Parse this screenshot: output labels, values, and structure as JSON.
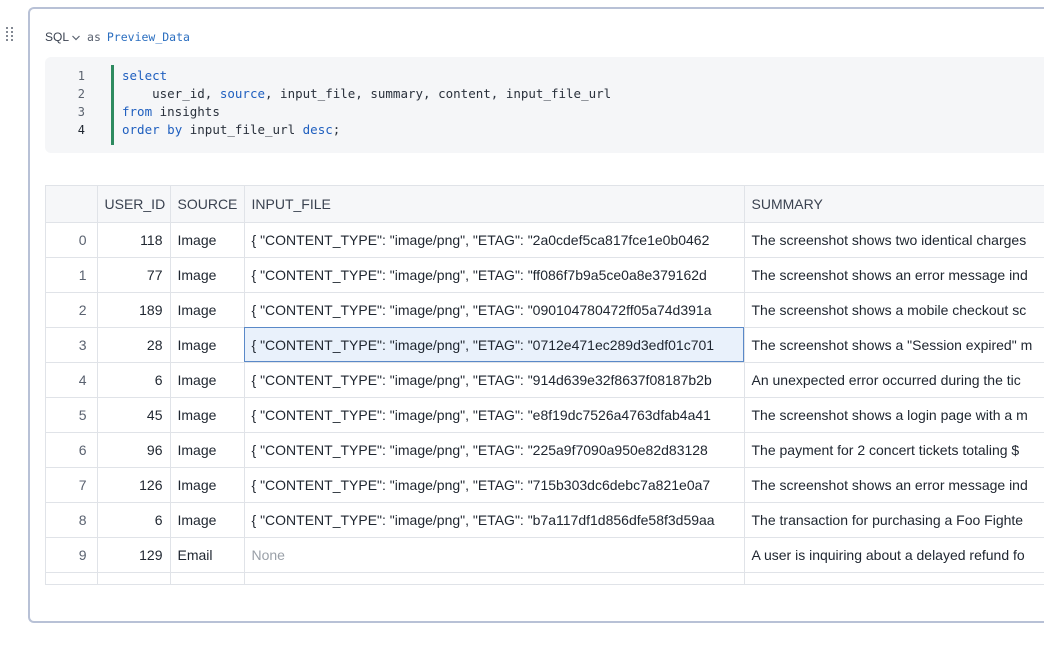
{
  "header": {
    "language": "SQL",
    "as_keyword": "as",
    "cell_name": "Preview_Data"
  },
  "editor": {
    "line_numbers": [
      "1",
      "2",
      "3",
      "4"
    ],
    "lines": [
      [
        {
          "t": "select",
          "k": true
        }
      ],
      [
        {
          "t": "    user_id, ",
          "k": false
        },
        {
          "t": "source",
          "k": true
        },
        {
          "t": ", input_file, summary, content, input_file_url",
          "k": false
        }
      ],
      [
        {
          "t": "from",
          "k": true
        },
        {
          "t": " insights",
          "k": false
        }
      ],
      [
        {
          "t": "order",
          "k": true
        },
        {
          "t": " ",
          "k": false
        },
        {
          "t": "by",
          "k": true
        },
        {
          "t": " input_file_url ",
          "k": false
        },
        {
          "t": "desc",
          "k": true
        },
        {
          "t": ";",
          "k": false
        }
      ]
    ]
  },
  "table": {
    "columns": [
      "",
      "USER_ID",
      "SOURCE",
      "INPUT_FILE",
      "SUMMARY"
    ],
    "rows": [
      {
        "idx": "0",
        "user_id": "118",
        "source": "Image",
        "input_file": "{  \"CONTENT_TYPE\": \"image/png\",   \"ETAG\": \"2a0cdef5ca817fce1e0b0462",
        "summary": " The screenshot shows two identical charges"
      },
      {
        "idx": "1",
        "user_id": "77",
        "source": "Image",
        "input_file": "{  \"CONTENT_TYPE\": \"image/png\",   \"ETAG\": \"ff086f7b9a5ce0a8e379162d",
        "summary": " The screenshot shows an error message ind"
      },
      {
        "idx": "2",
        "user_id": "189",
        "source": "Image",
        "input_file": "{  \"CONTENT_TYPE\": \"image/png\",   \"ETAG\": \"090104780472ff05a74d391a",
        "summary": " The screenshot shows a mobile checkout sc"
      },
      {
        "idx": "3",
        "user_id": "28",
        "source": "Image",
        "input_file": "{  \"CONTENT_TYPE\": \"image/png\",   \"ETAG\": \"0712e471ec289d3edf01c701",
        "summary": " The screenshot shows a \"Session expired\" m"
      },
      {
        "idx": "4",
        "user_id": "6",
        "source": "Image",
        "input_file": "{  \"CONTENT_TYPE\": \"image/png\",   \"ETAG\": \"914d639e32f8637f08187b2b",
        "summary": "An unexpected error occurred during the tic"
      },
      {
        "idx": "5",
        "user_id": "45",
        "source": "Image",
        "input_file": "{  \"CONTENT_TYPE\": \"image/png\",   \"ETAG\": \"e8f19dc7526a4763dfab4a41",
        "summary": " The screenshot shows a login page with a m"
      },
      {
        "idx": "6",
        "user_id": "96",
        "source": "Image",
        "input_file": "{  \"CONTENT_TYPE\": \"image/png\",   \"ETAG\": \"225a9f7090a950e82d83128",
        "summary": " The payment for 2 concert tickets totaling $"
      },
      {
        "idx": "7",
        "user_id": "126",
        "source": "Image",
        "input_file": "{  \"CONTENT_TYPE\": \"image/png\",   \"ETAG\": \"715b303dc6debc7a821e0a7",
        "summary": " The screenshot shows an error message ind"
      },
      {
        "idx": "8",
        "user_id": "6",
        "source": "Image",
        "input_file": "{  \"CONTENT_TYPE\": \"image/png\",   \"ETAG\": \"b7a117df1d856dfe58f3d59aa",
        "summary": " The transaction for purchasing a Foo Fighte"
      },
      {
        "idx": "9",
        "user_id": "129",
        "source": "Email",
        "input_file": "None",
        "summary": "A user is inquiring about a delayed refund fo"
      }
    ],
    "selected_row": 3
  }
}
